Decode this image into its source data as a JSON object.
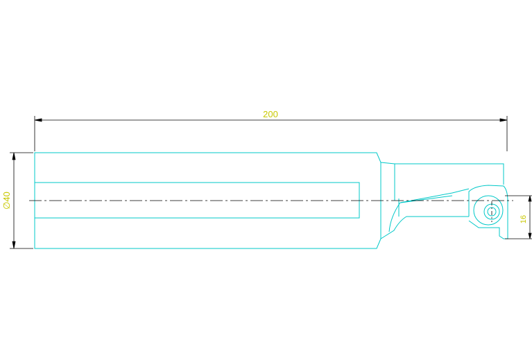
{
  "drawing": {
    "dimensions": {
      "overall_length": "200",
      "shank_diameter": "∅40",
      "insert_height": "16"
    },
    "colors": {
      "background": "#ffffff",
      "outline": "#00c8c8",
      "dimension_line": "#000000",
      "dimension_text": "#c8c800",
      "centerline": "#000000"
    }
  }
}
